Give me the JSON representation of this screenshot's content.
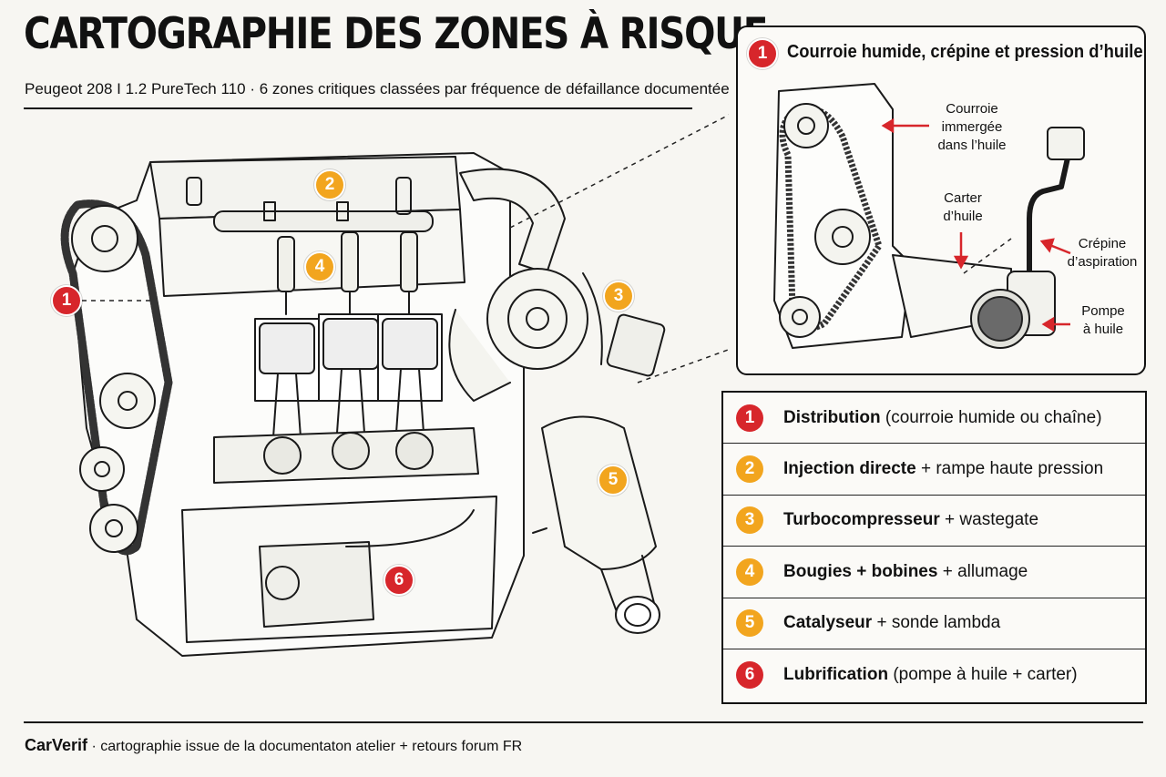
{
  "title": "CARTOGRAPHIE DES ZONES À RISQUE",
  "subtitle": "Peugeot 208 I 1.2 PureTech 110 · 6 zones critiques classées par fréquence de défaillance documentée",
  "colors": {
    "red": "#d7262b",
    "orange": "#f2a51e",
    "ink": "#111111",
    "paper": "#f7f6f2"
  },
  "engine_badges": [
    {
      "num": "1",
      "color": "red"
    },
    {
      "num": "2",
      "color": "orange"
    },
    {
      "num": "3",
      "color": "orange"
    },
    {
      "num": "4",
      "color": "orange"
    },
    {
      "num": "5",
      "color": "orange"
    },
    {
      "num": "6",
      "color": "red"
    }
  ],
  "detail": {
    "badge": "1",
    "title": "Courroie humide, crépine et pression d’huile",
    "callouts": {
      "belt": [
        "Courroie",
        "immergée",
        "dans l’huile"
      ],
      "sump": [
        "Carter",
        "d’huile"
      ],
      "strainer": [
        "Crépine",
        "d’aspiration"
      ],
      "pump": [
        "Pompe",
        "à huile"
      ]
    }
  },
  "legend": [
    {
      "num": "1",
      "color": "red",
      "name": "Distribution",
      "detail": " (courroie humide ou chaîne)"
    },
    {
      "num": "2",
      "color": "orange",
      "name": "Injection directe",
      "detail": " + rampe haute pression"
    },
    {
      "num": "3",
      "color": "orange",
      "name": "Turbocompresseur",
      "detail": " + wastegate"
    },
    {
      "num": "4",
      "color": "orange",
      "name": "Bougies + bobines",
      "detail": " + allumage"
    },
    {
      "num": "5",
      "color": "orange",
      "name": "Catalyseur",
      "detail": " + sonde lambda"
    },
    {
      "num": "6",
      "color": "red",
      "name": "Lubrification",
      "detail": " (pompe à huile + carter)"
    }
  ],
  "footer": {
    "brand": "CarVerif",
    "text": " · cartographie issue de la documentaton atelier + retours forum FR"
  }
}
